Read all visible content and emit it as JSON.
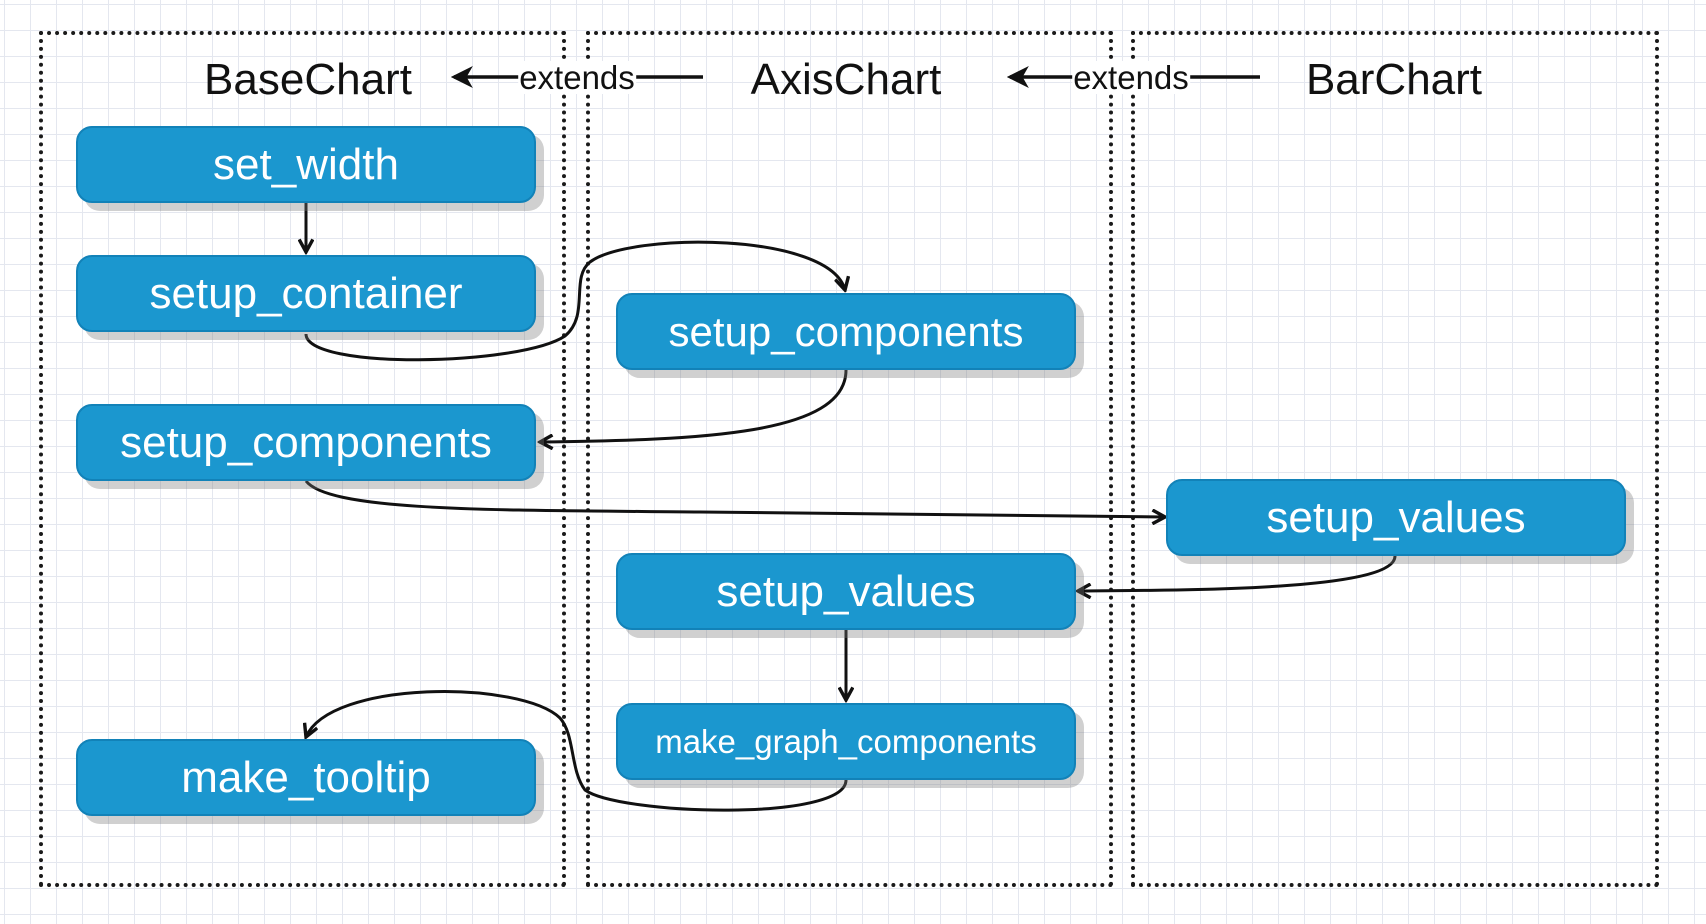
{
  "lanes": {
    "base": {
      "title": "BaseChart"
    },
    "axis": {
      "title": "AxisChart"
    },
    "bar": {
      "title": "BarChart"
    }
  },
  "edges": {
    "extends_1": "extends",
    "extends_2": "extends"
  },
  "nodes": {
    "base_set_width": "set_width",
    "base_setup_container": "setup_container",
    "base_setup_components": "setup_components",
    "base_make_tooltip": "make_tooltip",
    "axis_setup_components": "setup_components",
    "axis_setup_values": "setup_values",
    "axis_make_graph_components": "make_graph_components",
    "bar_setup_values": "setup_values"
  },
  "colors": {
    "node_fill": "#1b97cf",
    "node_border": "#1282b8",
    "grid": "#e4e7ef"
  }
}
